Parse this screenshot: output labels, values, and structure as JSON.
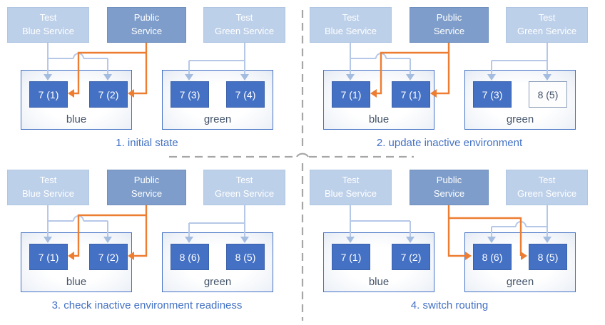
{
  "colors": {
    "test_service_fill": "#bdd0e9",
    "public_service_fill": "#7e9dca",
    "pod_fill": "#4471c4",
    "pod_outline_border": "#8a9cb8",
    "env_border": "#4472c4",
    "env_label_text": "#44546a",
    "caption_text": "#4472c4",
    "test_arrow": "#b6c8e8",
    "public_arrow": "#ed7d31",
    "divider": "#a6a6a6"
  },
  "panels": [
    {
      "caption": "1. initial state",
      "services": {
        "left": "Test\nBlue Service",
        "center": "Public\nService",
        "right": "Test\nGreen Service"
      },
      "public_routes_to": "blue",
      "environments": {
        "left": {
          "label": "blue",
          "pods": [
            {
              "label": "7 (1)"
            },
            {
              "label": "7 (2)"
            }
          ]
        },
        "right": {
          "label": "green",
          "pods": [
            {
              "label": "7 (3)"
            },
            {
              "label": "7 (4)"
            }
          ]
        }
      }
    },
    {
      "caption": "2. update inactive environment",
      "services": {
        "left": "Test\nBlue Service",
        "center": "Public\nService",
        "right": "Test\nGreen Service"
      },
      "public_routes_to": "blue",
      "environments": {
        "left": {
          "label": "blue",
          "pods": [
            {
              "label": "7 (1)"
            },
            {
              "label": "7 (1)"
            }
          ]
        },
        "right": {
          "label": "green",
          "pods": [
            {
              "label": "7 (3)"
            },
            {
              "label": "8 (5)",
              "style": "outline"
            }
          ]
        }
      }
    },
    {
      "caption": "3. check inactive environment readiness",
      "services": {
        "left": "Test\nBlue Service",
        "center": "Public\nService",
        "right": "Test\nGreen Service"
      },
      "public_routes_to": "blue",
      "environments": {
        "left": {
          "label": "blue",
          "pods": [
            {
              "label": "7 (1)"
            },
            {
              "label": "7 (2)"
            }
          ]
        },
        "right": {
          "label": "green",
          "pods": [
            {
              "label": "8 (6)"
            },
            {
              "label": "8 (5)"
            }
          ]
        }
      }
    },
    {
      "caption": "4. switch routing",
      "services": {
        "left": "Test\nBlue Service",
        "center": "Public\nService",
        "right": "Test\nGreen Service"
      },
      "public_routes_to": "green",
      "environments": {
        "left": {
          "label": "blue",
          "pods": [
            {
              "label": "7 (1)"
            },
            {
              "label": "7 (2)"
            }
          ]
        },
        "right": {
          "label": "green",
          "pods": [
            {
              "label": "8 (6)"
            },
            {
              "label": "8 (5)"
            }
          ]
        }
      }
    }
  ]
}
